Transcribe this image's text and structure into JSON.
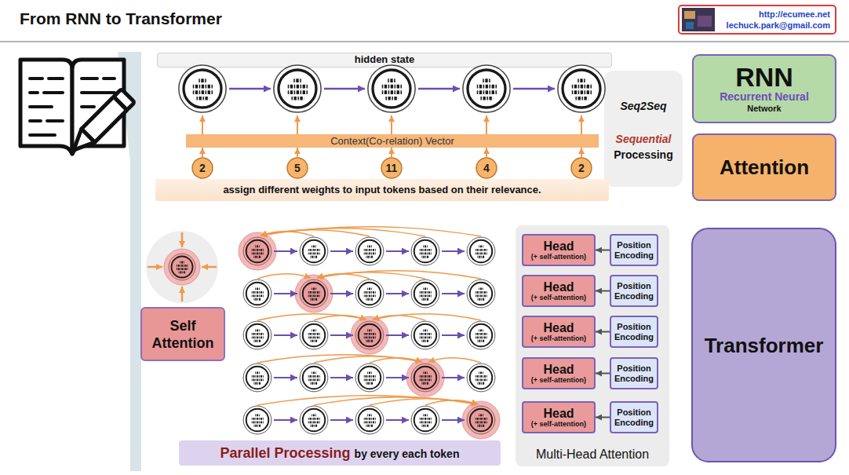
{
  "diagram": {
    "title": "From RNN to Transformer",
    "nodes": [
      {
        "text": [
          "http://ecumee.net",
          "lechuck.park@gmail.com"
        ]
      },
      {
        "text": [
          "hidden state"
        ]
      },
      {
        "text": [
          "Seq2Seq",
          "Sequential Processing"
        ]
      },
      {
        "text": [
          "Context(Co-relation) Vector"
        ]
      },
      {
        "text": [
          "2"
        ]
      },
      {
        "text": [
          "5"
        ]
      },
      {
        "text": [
          "11"
        ]
      },
      {
        "text": [
          "4"
        ]
      },
      {
        "text": [
          "2"
        ]
      },
      {
        "text": [
          "assign different weights to input tokens based on their relevance."
        ]
      },
      {
        "text": [
          "RNN",
          "Recurrent Neural Network"
        ]
      },
      {
        "text": [
          "Attention"
        ]
      },
      {
        "text": [
          "Self Attention"
        ]
      },
      {
        "text": [
          "Parallel Processing",
          "by every each token"
        ]
      },
      {
        "text": [
          "Multi-Head Attention"
        ]
      },
      {
        "text": [
          "Head",
          "(+ self-attention)"
        ],
        "in": 14
      },
      {
        "text": [
          "Position Encoding"
        ],
        "in": 14
      },
      {
        "text": [
          "Head",
          "(+ self-attention)"
        ],
        "in": 14
      },
      {
        "text": [
          "Position Encoding"
        ],
        "in": 14
      },
      {
        "text": [
          "Head",
          "(+ self-attention)"
        ],
        "in": 14
      },
      {
        "text": [
          "Position Encoding"
        ],
        "in": 14
      },
      {
        "text": [
          "Head",
          "(+ self-attention)"
        ],
        "in": 14
      },
      {
        "text": [
          "Position Encoding"
        ],
        "in": 14
      },
      {
        "text": [
          "Head",
          "(+ self-attention)"
        ],
        "in": 14
      },
      {
        "text": [
          "Position Encoding"
        ],
        "in": 14
      },
      {
        "text": [
          "Transformer"
        ]
      }
    ],
    "edges": [
      {
        "from": 4,
        "to": 3,
        "arrow": "to"
      },
      {
        "from": 5,
        "to": 3,
        "arrow": "to"
      },
      {
        "from": 6,
        "to": 3,
        "arrow": "to"
      },
      {
        "from": 7,
        "to": 3,
        "arrow": "to"
      },
      {
        "from": 8,
        "to": 3,
        "arrow": "to"
      },
      {
        "from": 16,
        "to": 15,
        "arrow": "to"
      },
      {
        "from": 18,
        "to": 17,
        "arrow": "to"
      },
      {
        "from": 20,
        "to": 19,
        "arrow": "to"
      },
      {
        "from": 22,
        "to": 21,
        "arrow": "to"
      },
      {
        "from": 24,
        "to": 23,
        "arrow": "to"
      }
    ]
  }
}
